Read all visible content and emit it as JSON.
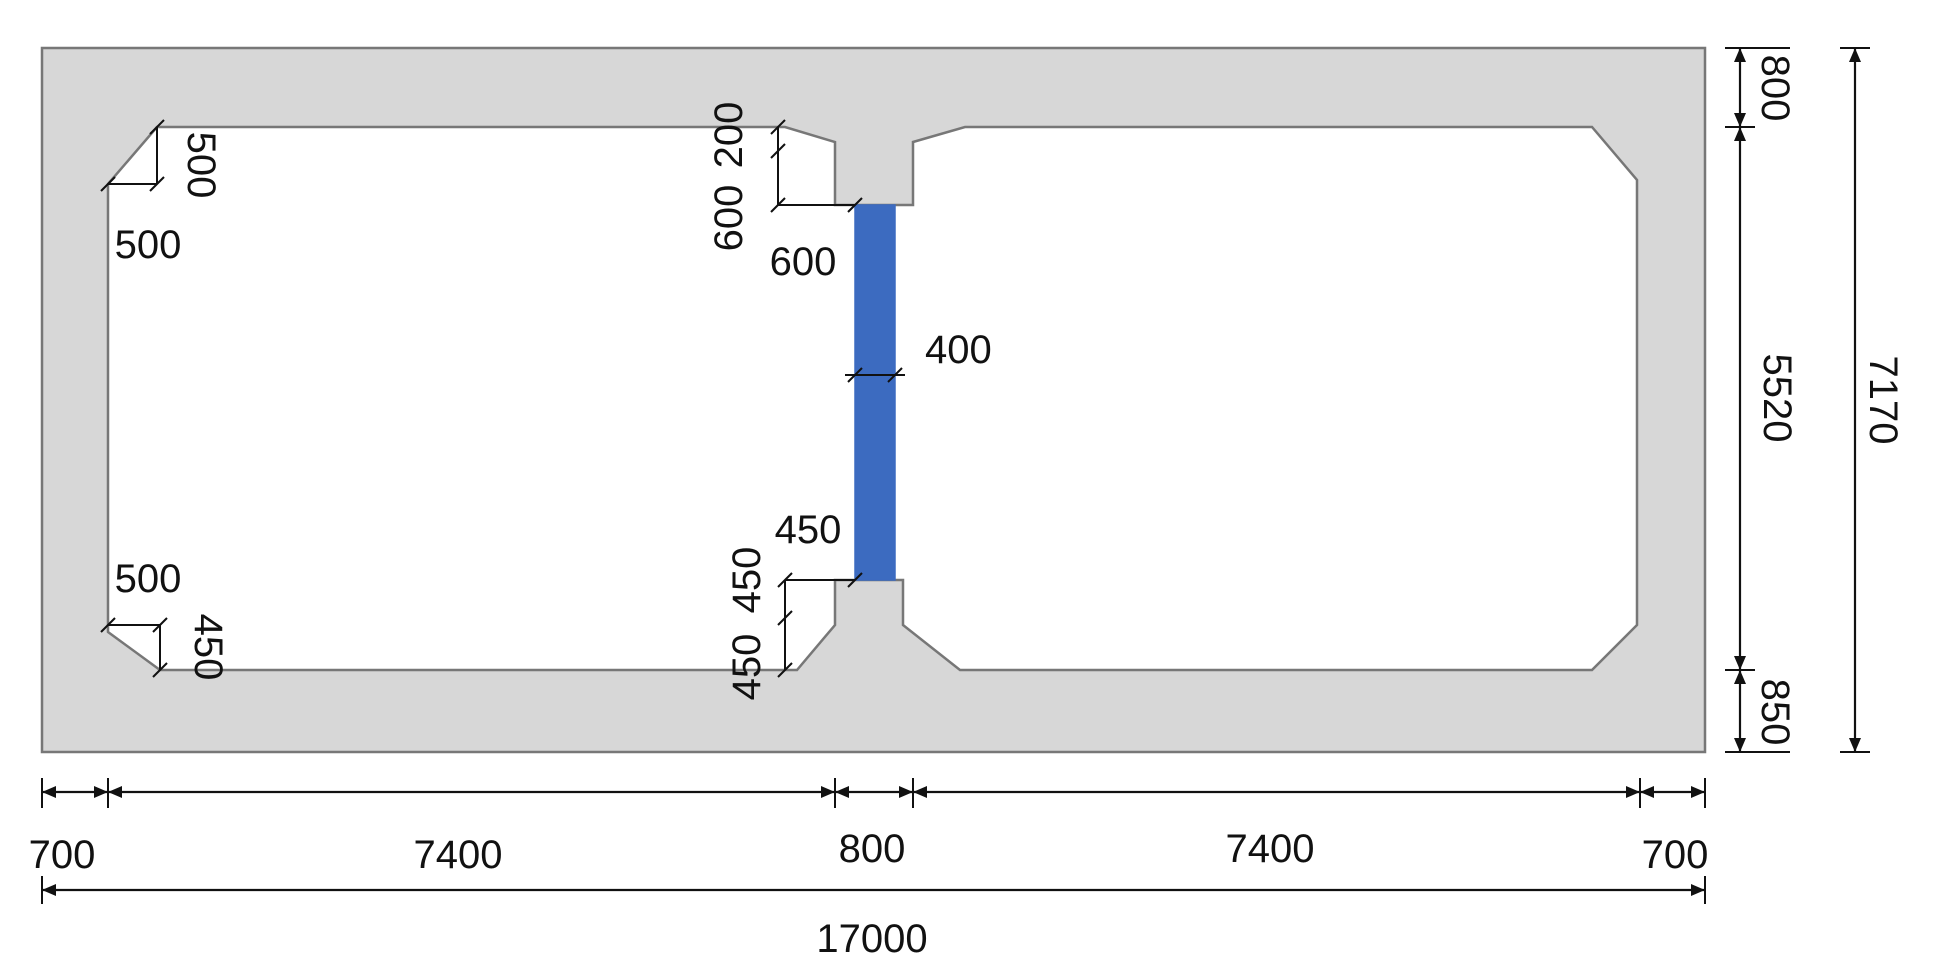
{
  "diagram": {
    "colors": {
      "concrete": "#d7d7d7",
      "outline": "#777777",
      "web": "#3c6bc0",
      "line": "#111111",
      "background": "#ffffff"
    },
    "dimensions": {
      "bottom_segments": [
        "700",
        "7400",
        "800",
        "7400",
        "700"
      ],
      "overall_width": "17000",
      "right_inner": [
        "800",
        "5520",
        "850"
      ],
      "right_overall": "7170",
      "web_thickness": "400",
      "left_cell_top_haunch_v": "500",
      "left_cell_top_haunch_h": "500",
      "left_cell_bottom_haunch_h": "500",
      "left_cell_bottom_haunch_v": "450",
      "top_mid_haunch_a": "200",
      "top_mid_haunch_b": "600",
      "top_mid_haunch_h": "600",
      "bottom_mid_haunch_h": "450",
      "bottom_mid_haunch_a": "450",
      "bottom_mid_haunch_b": "450"
    }
  }
}
